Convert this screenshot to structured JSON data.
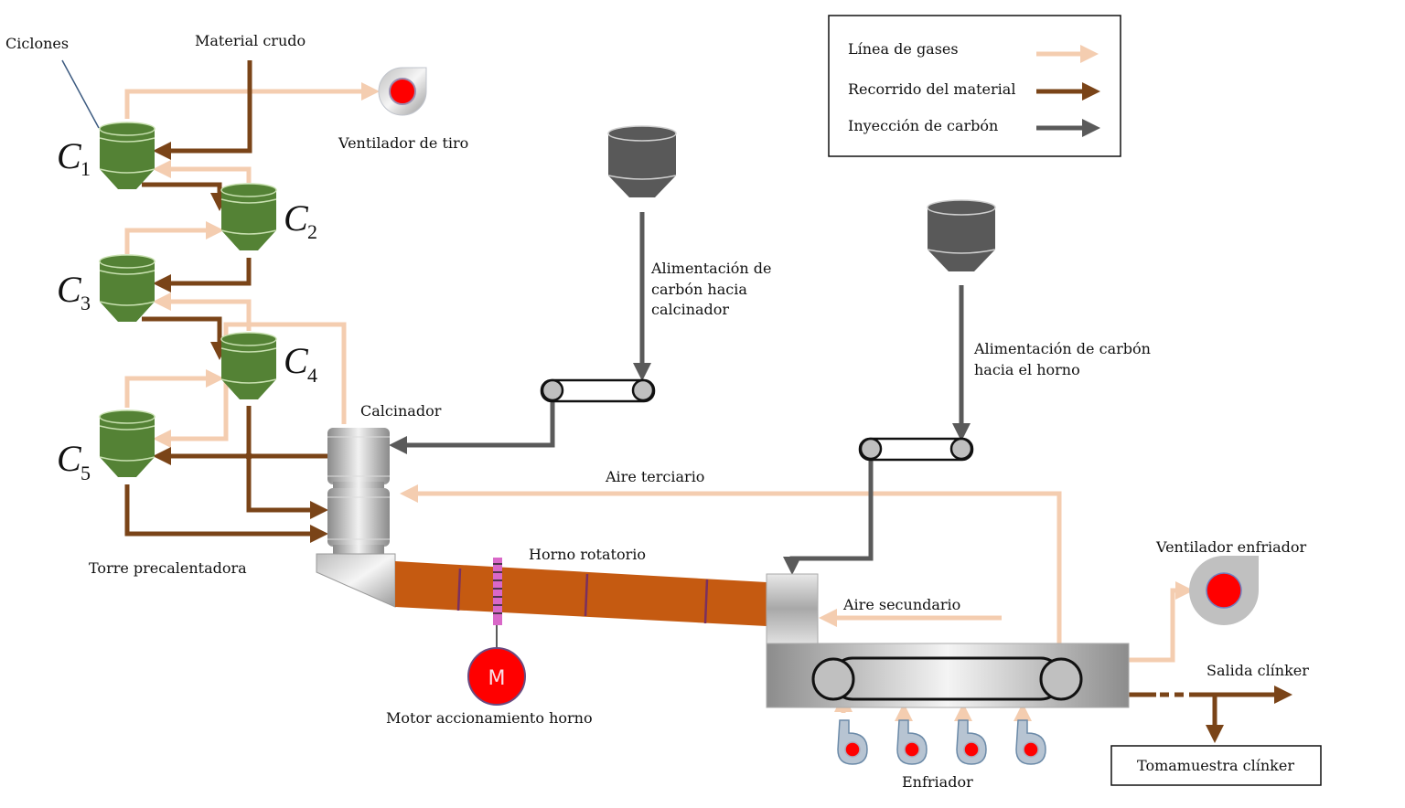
{
  "colors": {
    "gas": "#f4cdb0",
    "material": "#7a4418",
    "coal": "#5a5a5a",
    "cyclone": "#548235",
    "kiln": "#c55a11",
    "fan_core": "#ff0000",
    "motor": "#ff0000"
  },
  "legend": {
    "items": [
      {
        "label": "Línea de gases",
        "kind": "gas"
      },
      {
        "label": "Recorrido del material",
        "kind": "material"
      },
      {
        "label": "Inyección de carbón",
        "kind": "coal"
      }
    ]
  },
  "labels": {
    "ciclones": "Ciclones",
    "material_crudo": "Material crudo",
    "ventilador_tiro": "Ventilador de tiro",
    "torre": "Torre precalentadora",
    "calcinador": "Calcinador",
    "alim_calcinador": [
      "Alimentación de",
      "carbón hacia",
      "calcinador"
    ],
    "alim_horno": [
      "Alimentación de carbón",
      "hacia el horno"
    ],
    "aire_terciario": "Aire terciario",
    "horno": "Horno rotatorio",
    "motor": "Motor accionamiento horno",
    "motor_symbol": "M",
    "aire_secundario": "Aire secundario",
    "ventilador_enfriador": "Ventilador enfriador",
    "salida": "Salida clínker",
    "tomamuestra": "Tomamuestra clínker",
    "enfriador": "Enfriador"
  },
  "cyclones": [
    {
      "letter": "C",
      "sub": "1"
    },
    {
      "letter": "C",
      "sub": "2"
    },
    {
      "letter": "C",
      "sub": "3"
    },
    {
      "letter": "C",
      "sub": "4"
    },
    {
      "letter": "C",
      "sub": "5"
    }
  ]
}
